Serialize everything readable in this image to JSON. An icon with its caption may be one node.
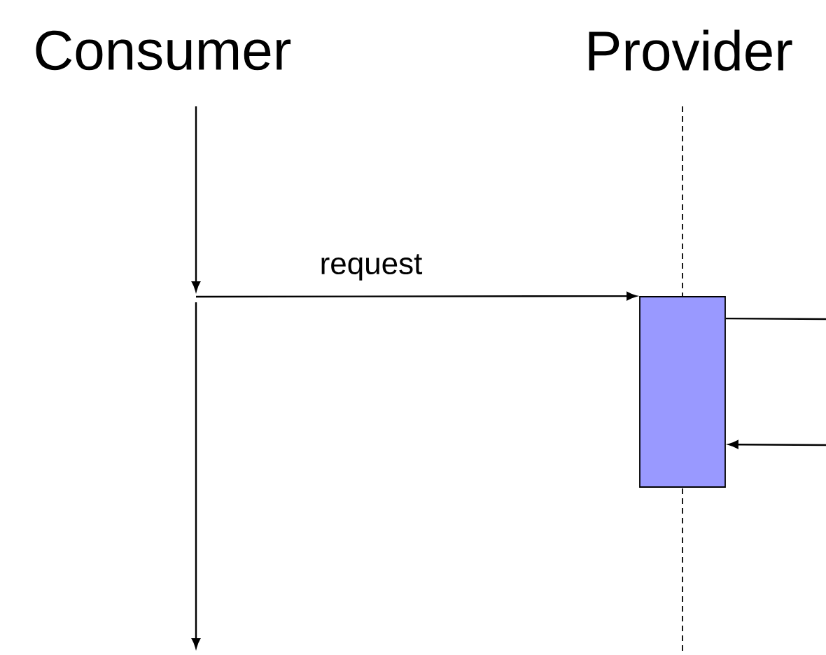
{
  "diagram": {
    "nodes": [
      {
        "text": [
          "Consumer"
        ]
      },
      {
        "text": [
          "Provider"
        ]
      },
      {
        "text": [],
        "shape": "box"
      }
    ],
    "edges": [
      {
        "from": null,
        "to": 2,
        "arrow": "to",
        "label": "request"
      },
      {
        "from": 2,
        "to": null,
        "arrow": "none"
      },
      {
        "from": null,
        "to": 2,
        "arrow": "to"
      }
    ]
  }
}
